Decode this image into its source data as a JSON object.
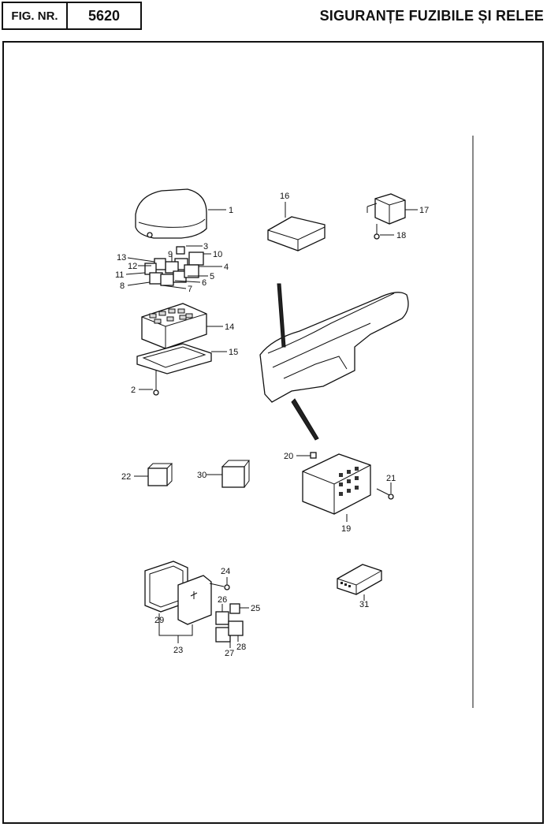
{
  "header": {
    "fig_label": "FIG. NR.",
    "fig_number": "5620",
    "title": "SIGURANȚE FUZIBILE ȘI RELEE"
  },
  "callouts": [
    "1",
    "2",
    "3",
    "4",
    "5",
    "6",
    "7",
    "8",
    "9",
    "10",
    "11",
    "12",
    "13",
    "14",
    "15",
    "16",
    "17",
    "18",
    "19",
    "20",
    "21",
    "22",
    "23",
    "24",
    "25",
    "26",
    "27",
    "28",
    "29",
    "30",
    "31"
  ]
}
